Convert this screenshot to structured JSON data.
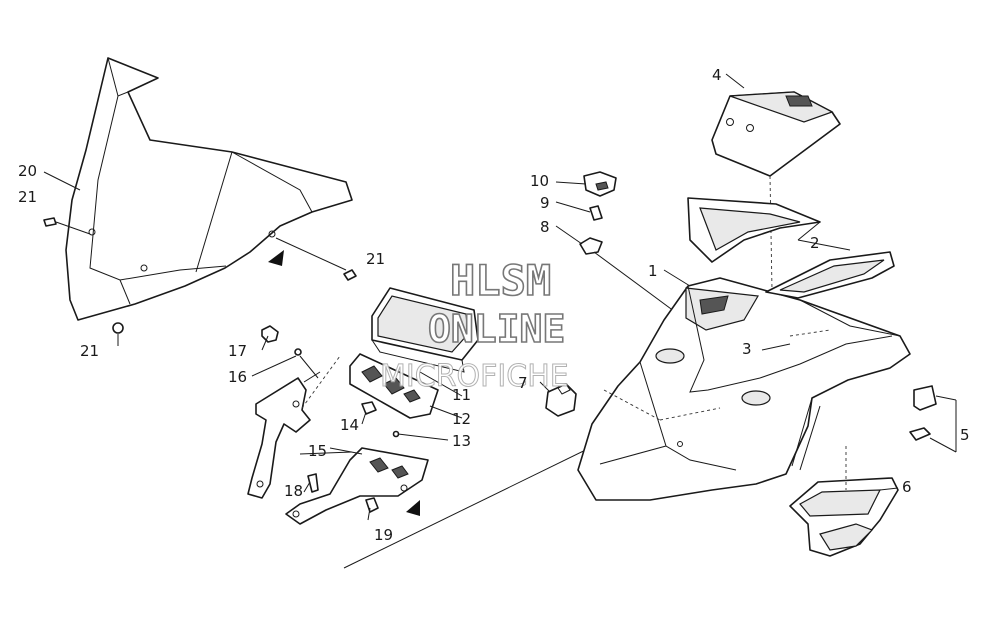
{
  "watermark": {
    "line1": "HLSM",
    "line2": "ONLINE",
    "line3": "MICROFICHE"
  },
  "callouts": [
    {
      "id": "c20",
      "label": "20"
    },
    {
      "id": "c21a",
      "label": "21"
    },
    {
      "id": "c21b",
      "label": "21"
    },
    {
      "id": "c21c",
      "label": "21"
    },
    {
      "id": "c17",
      "label": "17"
    },
    {
      "id": "c16",
      "label": "16"
    },
    {
      "id": "c14",
      "label": "14"
    },
    {
      "id": "c11",
      "label": "11"
    },
    {
      "id": "c12",
      "label": "12"
    },
    {
      "id": "c13",
      "label": "13"
    },
    {
      "id": "c15",
      "label": "15"
    },
    {
      "id": "c18",
      "label": "18"
    },
    {
      "id": "c19",
      "label": "19"
    },
    {
      "id": "c10",
      "label": "10"
    },
    {
      "id": "c9",
      "label": "9"
    },
    {
      "id": "c8",
      "label": "8"
    },
    {
      "id": "c7",
      "label": "7"
    },
    {
      "id": "c1",
      "label": "1"
    },
    {
      "id": "c4",
      "label": "4"
    },
    {
      "id": "c2",
      "label": "2"
    },
    {
      "id": "c3",
      "label": "3"
    },
    {
      "id": "c5",
      "label": "5"
    },
    {
      "id": "c6",
      "label": "6"
    }
  ]
}
